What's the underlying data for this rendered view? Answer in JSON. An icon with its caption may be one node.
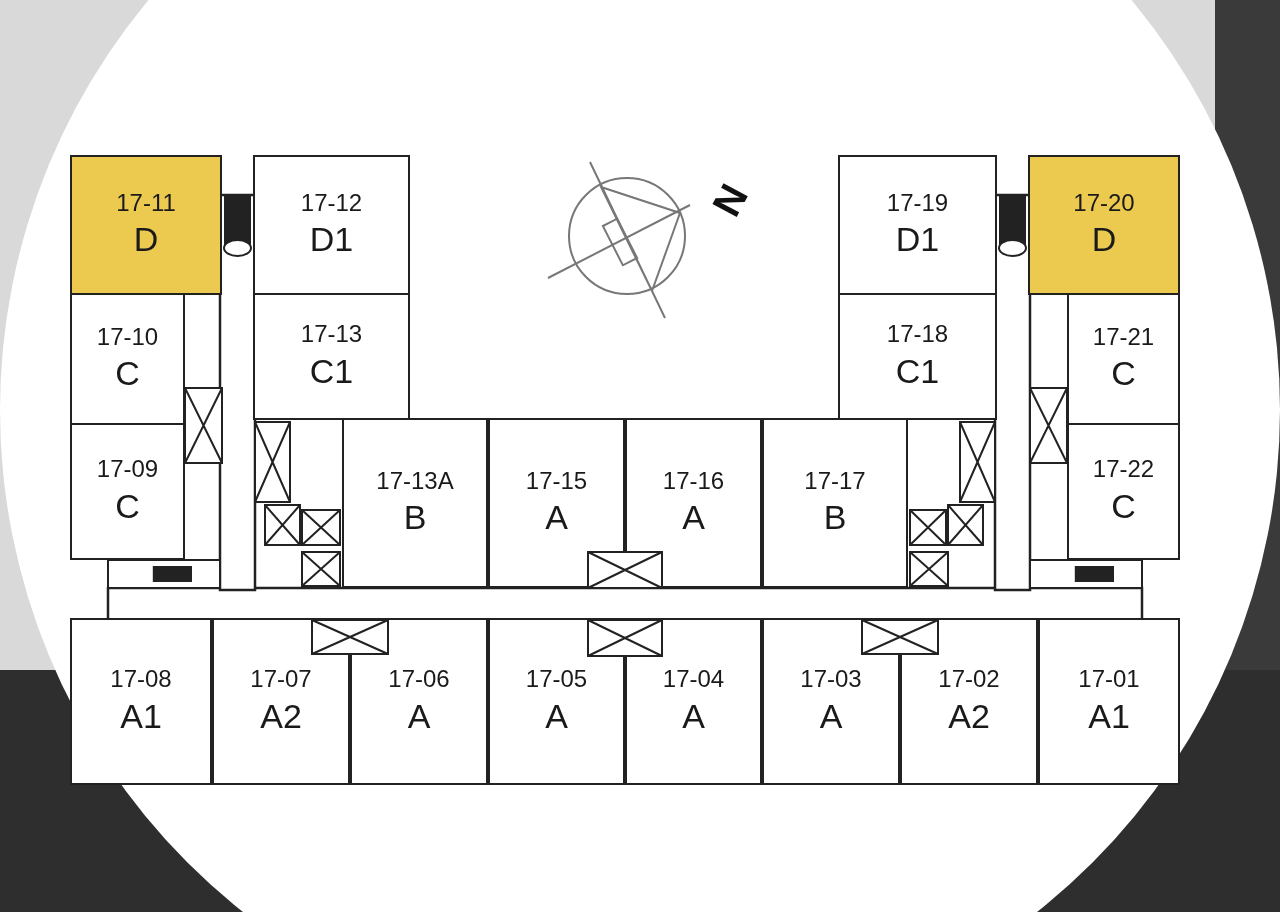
{
  "diagram": {
    "nodes": [
      {
        "text": [
          "17-11",
          "D"
        ]
      },
      {
        "text": [
          "17-12",
          "D1"
        ]
      },
      {
        "text": [
          "17-19",
          "D1"
        ]
      },
      {
        "text": [
          "17-20",
          "D"
        ]
      },
      {
        "text": [
          "17-10",
          "C"
        ]
      },
      {
        "text": [
          "17-13",
          "C1"
        ]
      },
      {
        "text": [
          "17-18",
          "C1"
        ]
      },
      {
        "text": [
          "17-21",
          "C"
        ]
      },
      {
        "text": [
          "17-09",
          "C"
        ]
      },
      {
        "text": [
          "17-13A",
          "B"
        ]
      },
      {
        "text": [
          "17-15",
          "A"
        ]
      },
      {
        "text": [
          "17-16",
          "A"
        ]
      },
      {
        "text": [
          "17-17",
          "B"
        ]
      },
      {
        "text": [
          "17-22",
          "C"
        ]
      },
      {
        "text": [
          "17-08",
          "A1"
        ]
      },
      {
        "text": [
          "17-07",
          "A2"
        ]
      },
      {
        "text": [
          "17-06",
          "A"
        ]
      },
      {
        "text": [
          "17-05",
          "A"
        ]
      },
      {
        "text": [
          "17-04",
          "A"
        ]
      },
      {
        "text": [
          "17-03",
          "A"
        ]
      },
      {
        "text": [
          "17-02",
          "A2"
        ]
      },
      {
        "text": [
          "17-01",
          "A1"
        ]
      }
    ],
    "edges": [],
    "labels": [
      "N"
    ]
  }
}
